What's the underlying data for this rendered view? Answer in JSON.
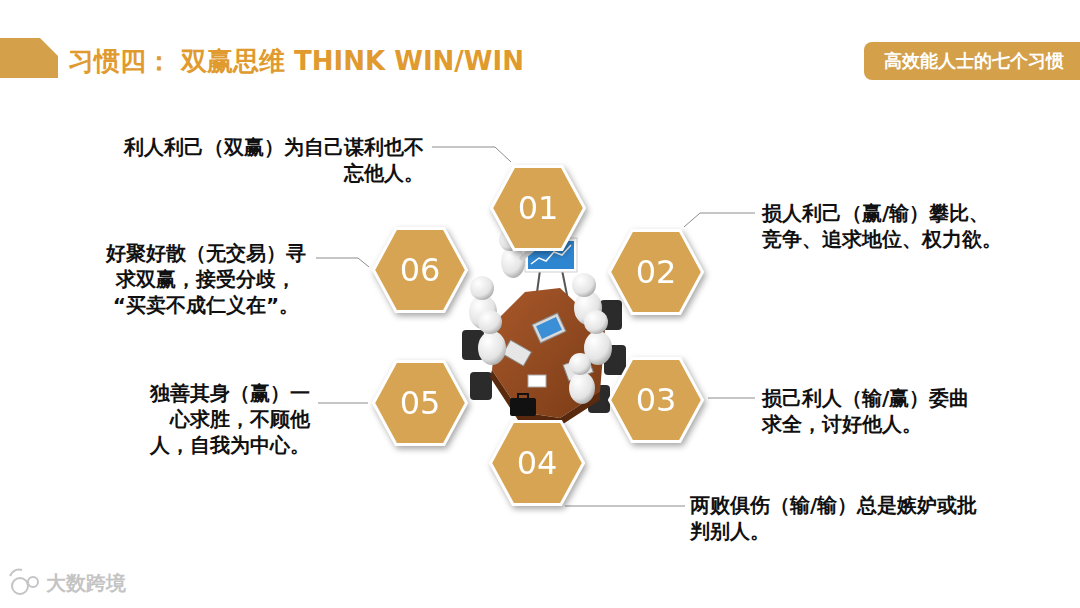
{
  "diagram": {
    "title": "习惯四： 双赢思维 THINK WIN/WIN",
    "nodes": [
      {
        "text": [
          "高效能人士的七个习惯"
        ]
      },
      {
        "text": [
          "01"
        ]
      },
      {
        "text": [
          "02"
        ]
      },
      {
        "text": [
          "03"
        ]
      },
      {
        "text": [
          "04"
        ]
      },
      {
        "text": [
          "05"
        ]
      },
      {
        "text": [
          "06"
        ]
      }
    ],
    "labels": [
      "利人利己（双赢）为自己谋利也不忘他人。",
      "损人利己（赢/输）攀比、竞争、追求地位、权力欲。",
      "损己利人（输/赢）委曲求全，讨好他人。",
      "两败俱伤（输/输）总是嫉妒或批判别人。",
      "独善其身（赢）一心求胜，不顾他人，自我为中心。",
      "好聚好散（无交易）寻求双赢，接受分歧，“买卖不成仁义在”。",
      "大数跨境"
    ]
  }
}
